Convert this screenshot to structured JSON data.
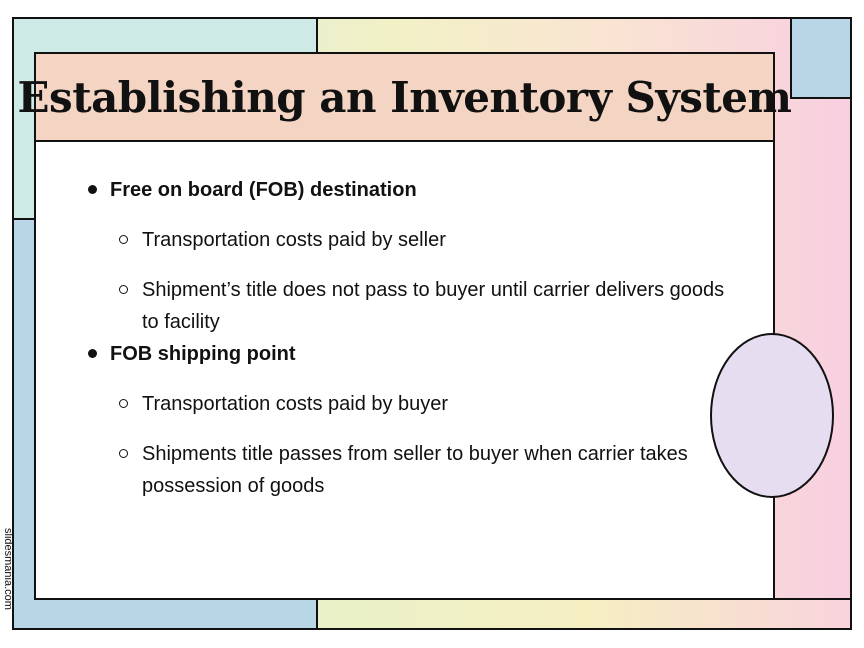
{
  "slide": {
    "title": "Establishing an Inventory System",
    "bullets": [
      {
        "text": "Free on board (FOB) destination",
        "subs": [
          "Transportation costs paid by seller",
          "Shipment’s title does not pass to buyer until carrier delivers goods to facility"
        ]
      },
      {
        "text": "FOB shipping point",
        "subs": [
          "Transportation costs paid by buyer",
          "Shipments title passes from seller to buyer when carrier takes possession of goods"
        ]
      }
    ]
  },
  "watermark": "slidesmania.com",
  "colors": {
    "title_bar": "#f4d5c3",
    "teal_block": "#cdeae6",
    "blue_block": "#b9d6e6",
    "oval": "#e6def0",
    "pink_edge": "#f8cfe0"
  }
}
